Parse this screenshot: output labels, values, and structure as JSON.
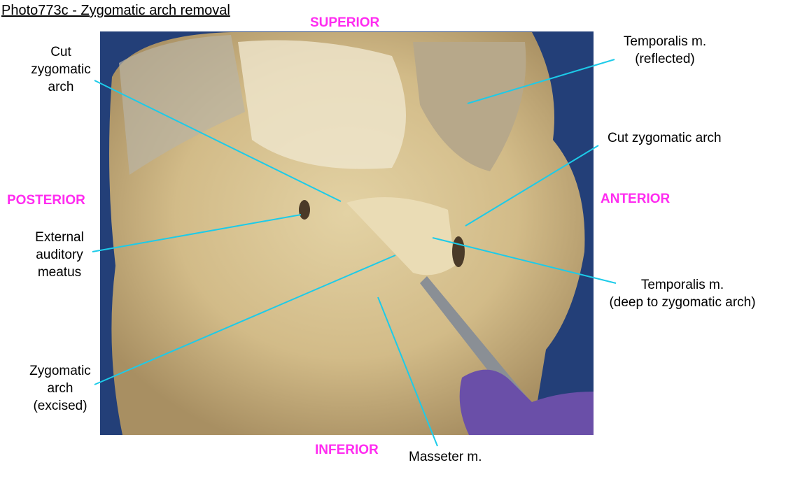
{
  "title": "Photo773c - Zygomatic arch removal",
  "directions": {
    "superior": "SUPERIOR",
    "inferior": "INFERIOR",
    "posterior": "POSTERIOR",
    "anterior": "ANTERIOR"
  },
  "labels": {
    "cut_zygomatic_left": [
      "Cut",
      "zygomatic",
      "arch"
    ],
    "temporalis_reflected": [
      "Temporalis m.",
      "(reflected)"
    ],
    "cut_zygomatic_right": "Cut zygomatic arch",
    "external_auditory": [
      "External",
      "auditory",
      "meatus"
    ],
    "temporalis_deep": [
      "Temporalis m.",
      "(deep to zygomatic arch)"
    ],
    "zygomatic_excised": [
      "Zygomatic",
      "arch",
      "(excised)"
    ],
    "masseter": "Masseter m."
  },
  "colors": {
    "leader_line": "#1ccbe9",
    "direction_text": "#ff2cf0"
  }
}
